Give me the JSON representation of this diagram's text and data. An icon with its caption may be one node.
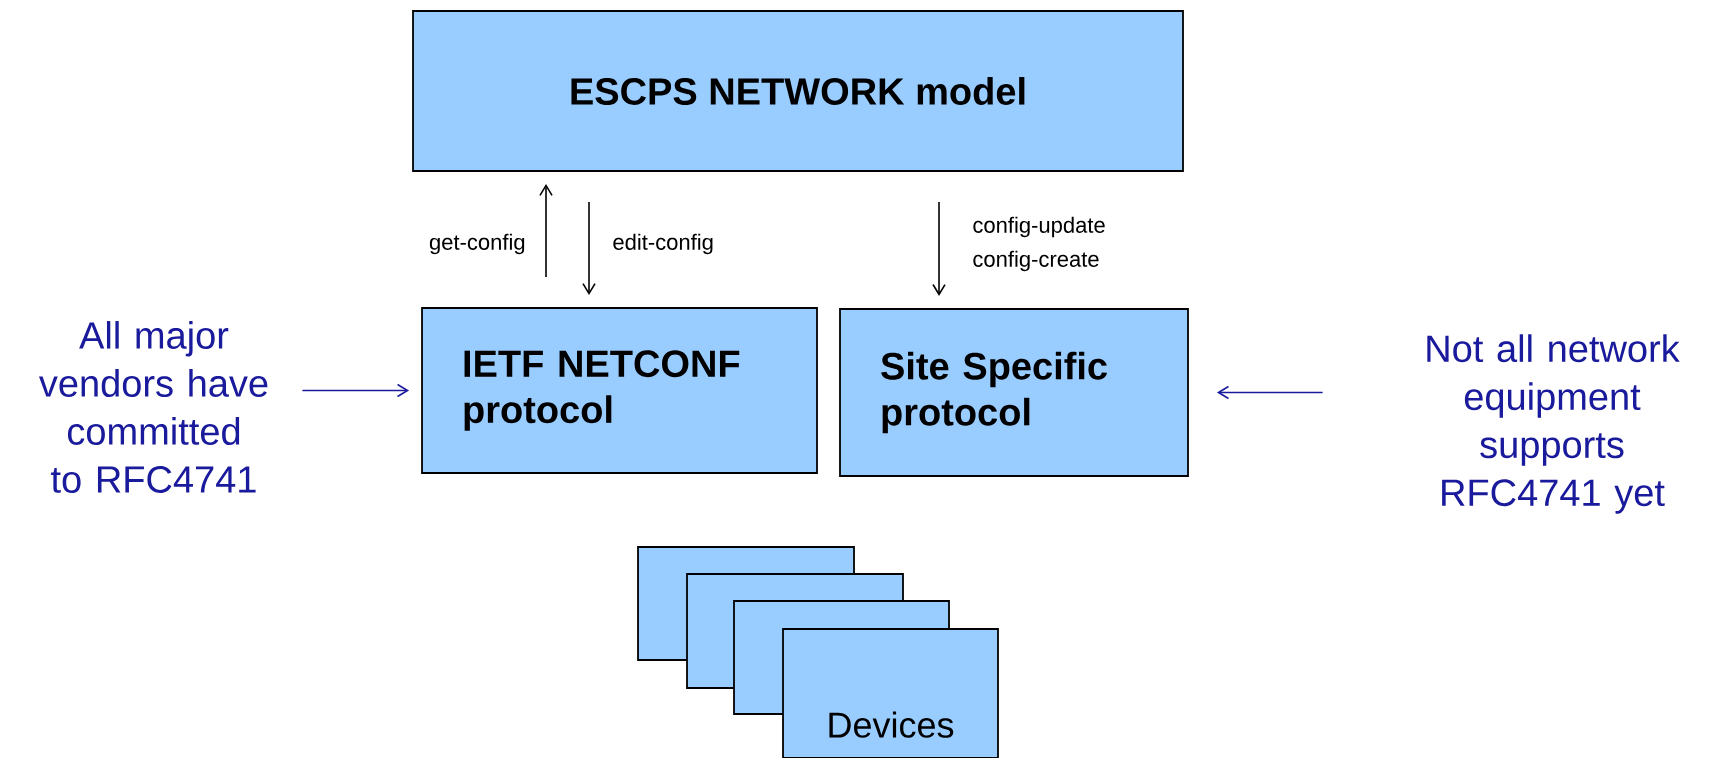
{
  "diagram": {
    "nodes": [
      {
        "text": [
          "ESCPS NETWORK model"
        ]
      },
      {
        "text": [
          "IETF NETCONF protocol"
        ]
      },
      {
        "text": [
          "Site Specific protocol"
        ]
      },
      {
        "text": [
          "All major vendors have committed to RFC4741"
        ]
      },
      {
        "text": [
          "Not all network equipment supports RFC4741 yet"
        ]
      },
      {
        "text": [],
        "shape": "box"
      },
      {
        "text": [],
        "shape": "box"
      },
      {
        "text": [],
        "shape": "box"
      },
      {
        "text": [
          "Devices"
        ]
      }
    ],
    "edges": [
      {
        "from": 1,
        "to": 0,
        "arrow": "to",
        "label": "get-config"
      },
      {
        "from": 0,
        "to": 1,
        "arrow": "to",
        "label": "edit-config"
      },
      {
        "from": 0,
        "to": 2,
        "arrow": "to",
        "label": "config-update config-create"
      },
      {
        "from": 3,
        "to": 1,
        "arrow": "to",
        "color": "#1a1a9c"
      },
      {
        "from": 4,
        "to": 2,
        "arrow": "to",
        "color": "#1a1a9c"
      }
    ]
  }
}
